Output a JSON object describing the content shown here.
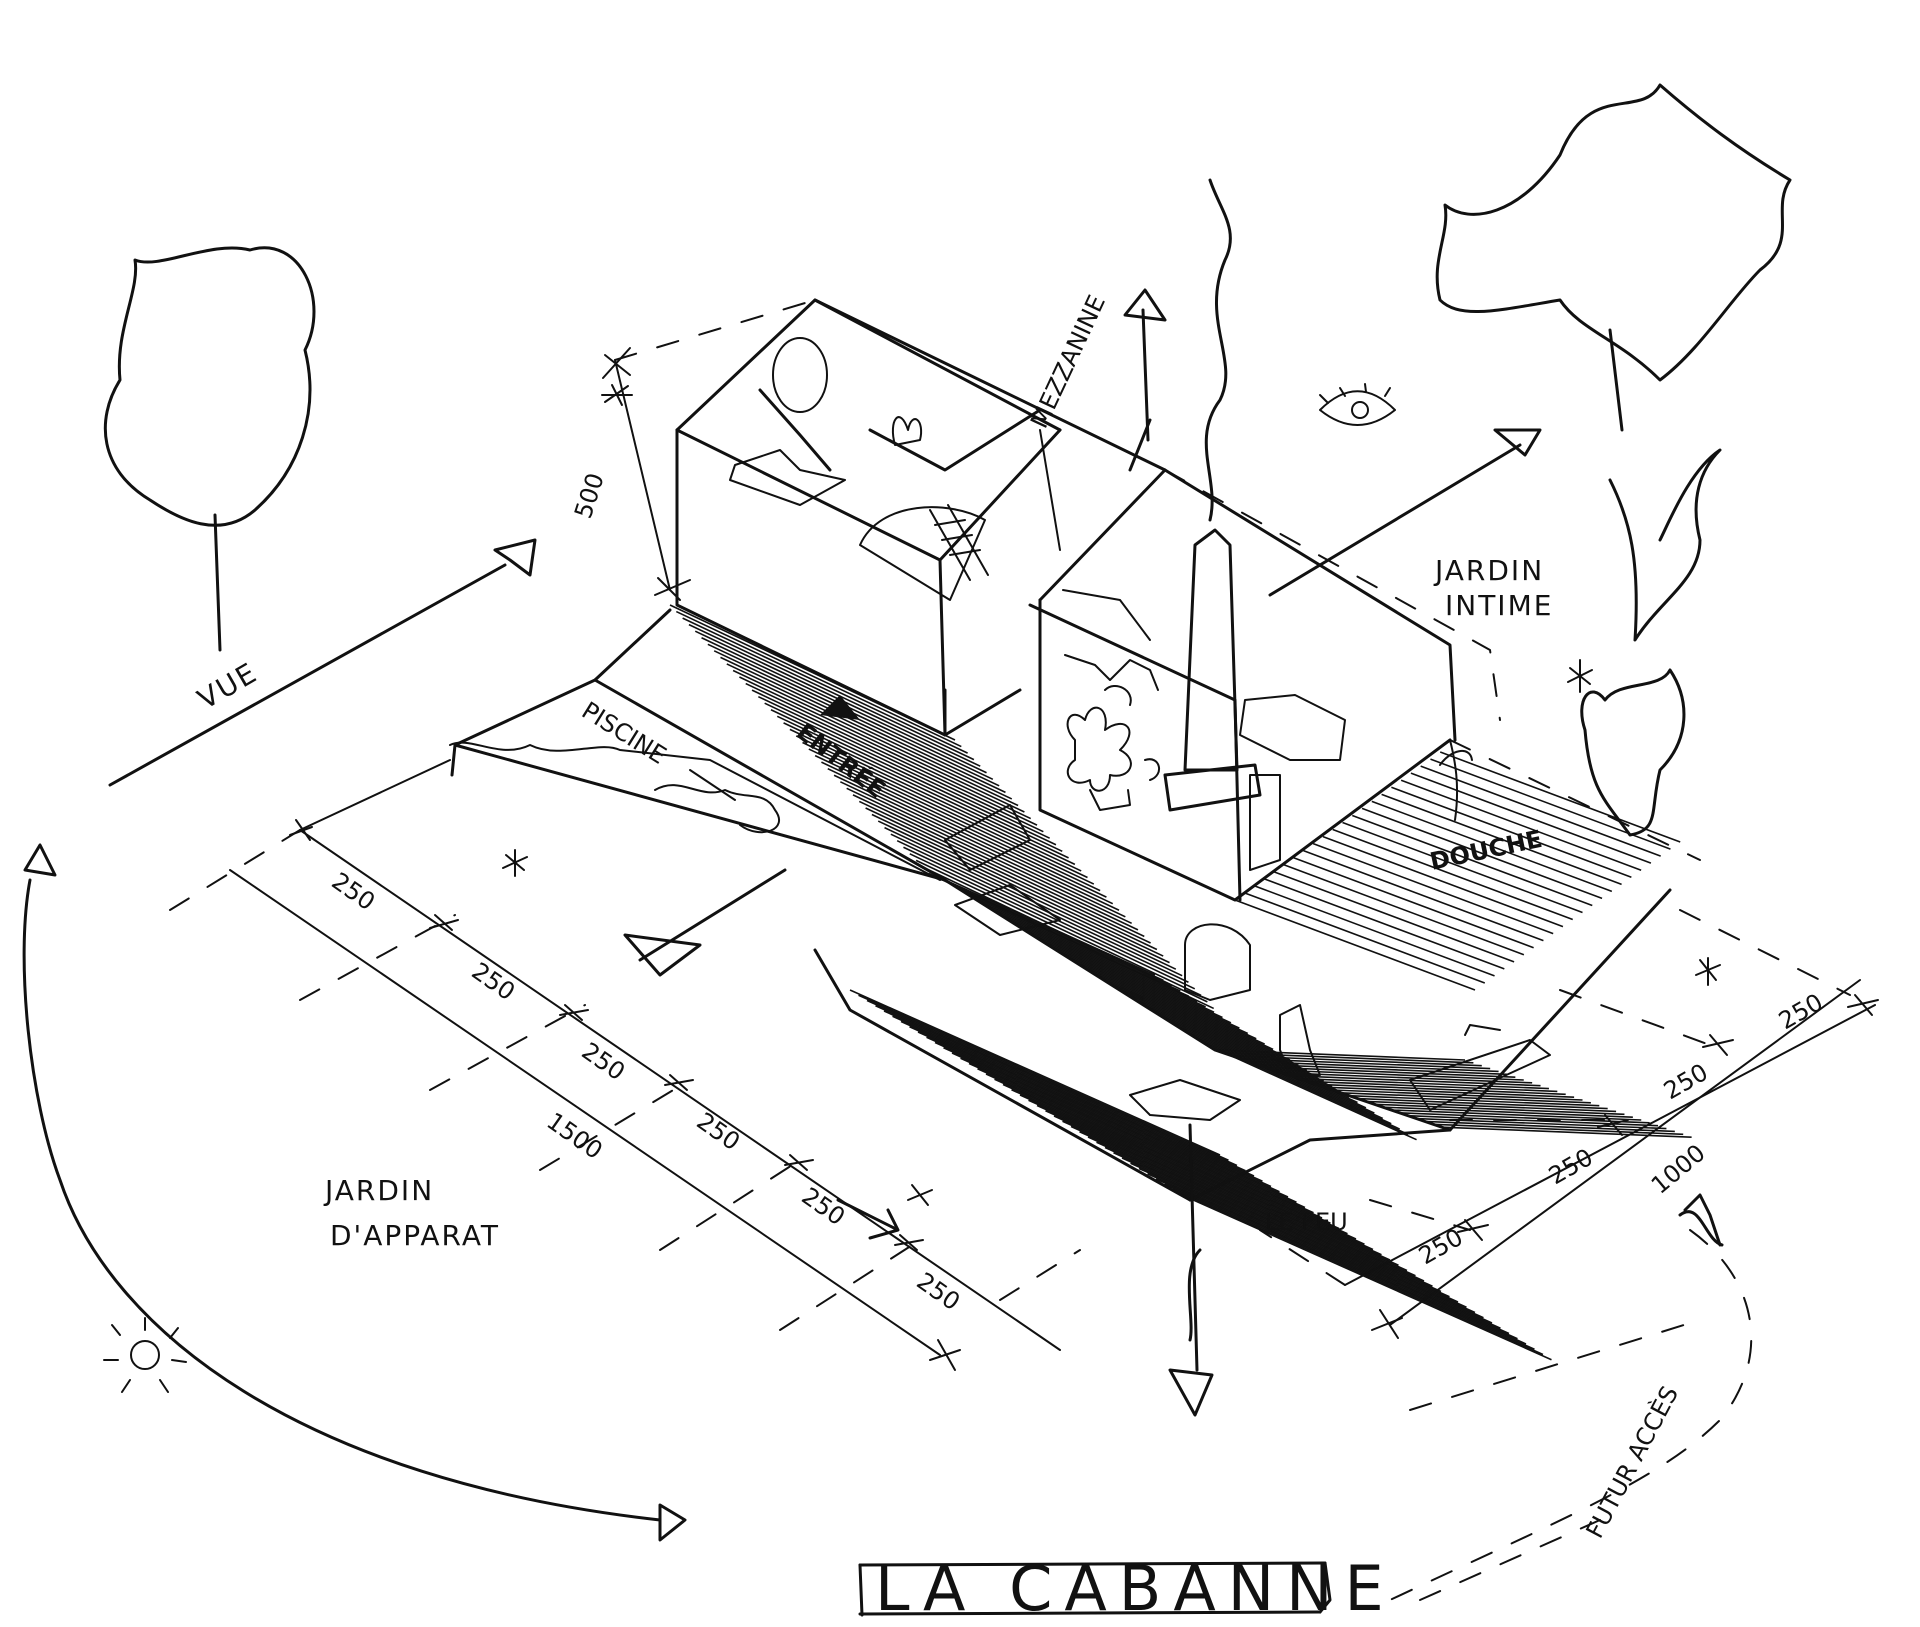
{
  "title": "LA CABANNE",
  "labels": {
    "vue": "VUE",
    "piscine": "PISCINE",
    "entree": "ENTRÉE",
    "mezzanine": "MEZZANINE",
    "jardin_intime": [
      "JARDIN",
      "INTIME"
    ],
    "douche": "DOUCHE",
    "jardin_apparat": [
      "JARDIN",
      "D'APPARAT"
    ],
    "le_feu": "LE FEU",
    "futur_acces": "FUTUR ACCÈS"
  },
  "dimensions": {
    "height": "500",
    "left_segments": [
      "250",
      "250",
      "250",
      "250",
      "250",
      "250"
    ],
    "left_total": "1500",
    "right_segments": [
      "250",
      "250",
      "250",
      "250"
    ],
    "right_total": "1000"
  },
  "icons": [
    "eye-icon",
    "sun-icon",
    "tree-icon",
    "arrow-icon",
    "star-icon"
  ]
}
